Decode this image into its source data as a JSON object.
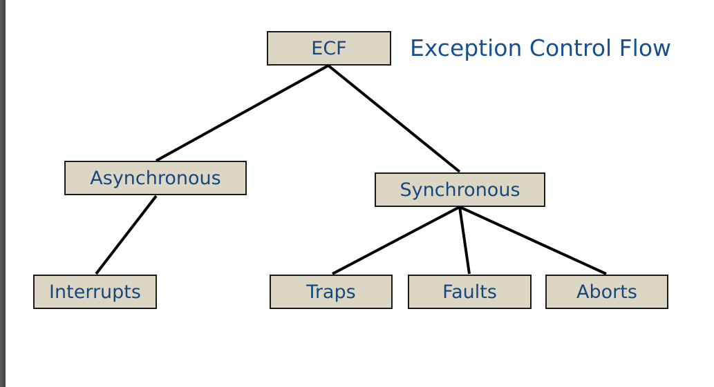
{
  "slide": {
    "title": "Exception Control Flow",
    "background_color": "#ffffff",
    "edge_bar_color": "#4a4c4e",
    "node_fill_color": "#dcd6c4",
    "node_border_color": "#1a1a1a",
    "node_text_color": "#17477d",
    "title_text_color": "#18508f",
    "connector_color": "#000000"
  },
  "diagram": {
    "type": "tree",
    "nodes": [
      {
        "id": "ecf",
        "label": "ECF"
      },
      {
        "id": "async",
        "label": "Asynchronous"
      },
      {
        "id": "sync",
        "label": "Synchronous"
      },
      {
        "id": "interrupts",
        "label": "Interrupts"
      },
      {
        "id": "traps",
        "label": "Traps"
      },
      {
        "id": "faults",
        "label": "Faults"
      },
      {
        "id": "aborts",
        "label": "Aborts"
      }
    ],
    "edges": [
      {
        "from": "ecf",
        "to": "async"
      },
      {
        "from": "ecf",
        "to": "sync"
      },
      {
        "from": "async",
        "to": "interrupts"
      },
      {
        "from": "sync",
        "to": "traps"
      },
      {
        "from": "sync",
        "to": "faults"
      },
      {
        "from": "sync",
        "to": "aborts"
      }
    ]
  }
}
